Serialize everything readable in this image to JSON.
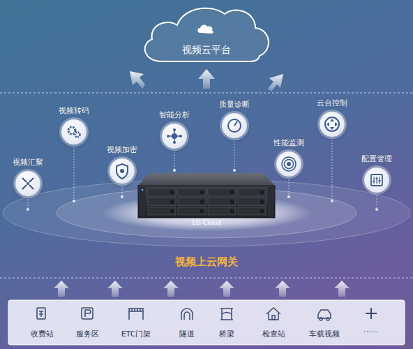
{
  "diagram": {
    "nodes": [
      {
        "text": [
          "视频云平台"
        ]
      },
      {
        "text": [
          "视频汇聚"
        ]
      },
      {
        "text": [
          "视频转码"
        ]
      },
      {
        "text": [
          "视频加密"
        ]
      },
      {
        "text": [
          "智能分析"
        ]
      },
      {
        "text": [
          "质量诊断"
        ]
      },
      {
        "text": [
          "性能监测"
        ]
      },
      {
        "text": [
          "云台控制"
        ]
      },
      {
        "text": [
          "配置管理"
        ]
      },
      {
        "text": [
          "EG-Cloud",
          "视频上云网关"
        ]
      }
    ],
    "labels": [
      "收费站",
      "服务区",
      "ETC门架",
      "隧道",
      "桥梁",
      "检查站",
      "车载视频",
      "……"
    ]
  }
}
